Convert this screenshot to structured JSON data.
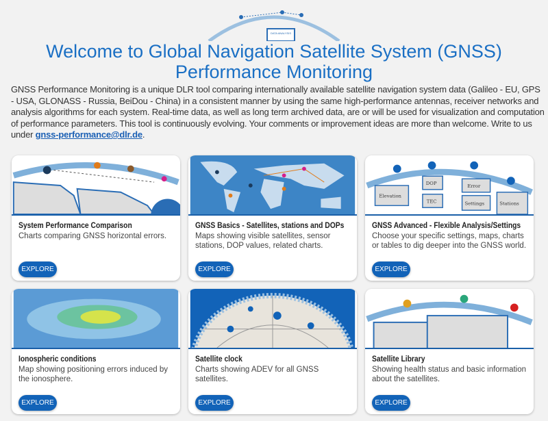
{
  "header": {
    "logo_text": "DATA ANALYSIS",
    "title_line1": "Welcome to Global Navigation Satellite System (GNSS)",
    "title_line2": "Performance Monitoring"
  },
  "intro": {
    "text": "GNSS Performance Monitoring is a unique DLR tool comparing internationally available satellite navigation system data (Galileo - EU, GPS - USA, GLONASS - Russia, BeiDou - China) in a consistent manner by using the same high-performance antennas, receiver networks and analysis algorithms for each system. Real-time data, as well as long term archived data, are or will be used for visualization and computation of performance parameters. This tool is continuously evolving. Your comments or improvement ideas are more than welcome. Write to us under ",
    "email": "gnss-performance@dlr.de",
    "end": "."
  },
  "cards": [
    {
      "title": "System Performance Comparison",
      "desc": "Charts comparing GNSS horizontal errors.",
      "button": "EXPLORE"
    },
    {
      "title": "GNSS Basics - Satellites, stations and DOPs",
      "desc": "Maps showing visible satellites, sensor stations, DOP values, related charts.",
      "button": "EXPLORE"
    },
    {
      "title": "GNSS Advanced - Flexible Analysis/Settings",
      "desc": "Choose your specific settings, maps, charts or tables to dig deeper into the GNSS world.",
      "button": "EXPLORE",
      "labels": [
        "Elevation",
        "DOP",
        "TEC",
        "Error",
        "Settings",
        "Stations"
      ]
    },
    {
      "title": "Ionospheric conditions",
      "desc": "Map showing positioning errors induced by the ionosphere.",
      "button": "EXPLORE"
    },
    {
      "title": "Satellite clock",
      "desc": "Charts showing ADEV for all GNSS satellites.",
      "button": "EXPLORE"
    },
    {
      "title": "Satellite Library",
      "desc": "Showing health status and basic information about the satellites.",
      "button": "EXPLORE"
    }
  ]
}
